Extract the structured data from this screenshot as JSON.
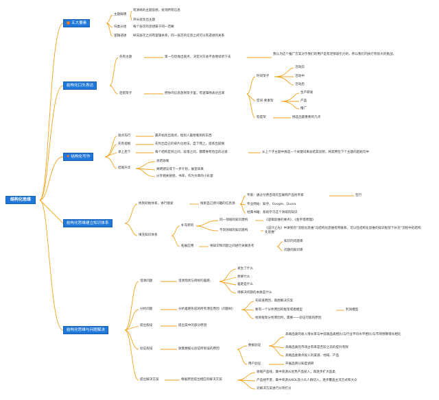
{
  "mindmap": {
    "root": "结构化思维",
    "b1": {
      "title": "五大要素",
      "icon": "orange-circle-icon",
      "items": [
        "主题鲜明",
        "有清晰的主题思想，统领所有信息",
        "开头就亮出主题",
        "归类分组",
        "每个层次的思想属于同一范畴",
        "逻辑递进",
        "纵向层次之间有逻辑关系，同一层次的信息之间可以有递进的关系"
      ]
    },
    "b2": {
      "title": "结构化口头表达",
      "items": [
        "先有主题",
        "第一句话抛出观点，决定对方会不会继续听下去",
        "我认为这个推广方案对于我们的用户是有足够吸引力的，所以我们的执行有很大的挑战。",
        "后搭架子",
        "把你的信息放到架子里，有逻辑地表达出来",
        "时间架子",
        "活动前",
        "活动中",
        "活动后",
        "空间-要素架",
        "生产研发",
        "产品",
        "推广",
        "程度架",
        "挑选出最重要的几点"
      ]
    },
    "b3": {
      "title": "结构化写作",
      "icon": "heart-icon",
      "items": [
        "观点先行",
        "最开始亮出观点，给别人最想看到的东西",
        "先有提纲",
        "先列出自己的碎片化想法，自下而上，提炼出提纲",
        "承上启下",
        "每个结构是到之间，段落之间，都需要有恰当的过渡",
        "从上个子主题中挑选一个关键词来总结其思想，将其用在下个主题的起始句中",
        "总结收尾",
        "结尾升华",
        "阐明建议或下一步计划，展望未来",
        "分享相关链接、书单，作为文章的小彩蛋"
      ]
    },
    "b4": {
      "title": "结构化思维建立知识体系",
      "items": [
        "找到初始体系，进行搜索",
        "搜索自己感兴趣的信息源",
        "专家：通过付费咨询的互联网产品找专家",
        "在行",
        "专业网站：知乎、Google、Quora",
        "经典书籍：系统学习这个领域的知识",
        "填充知识体系",
        "补充新的",
        "同一领域的知识建构",
        "《逻辑思维的要点》、《金字塔原理》",
        "不同领域的知识建构",
        "《设计之光》中讲到的“流程化思维”与结构化思维有所联系，可以在结构化思维的知识框架下补充“流程中的结构化思维”",
        "拓展应用",
        "将知识和问题之间进行关联思考",
        "知识的问题库",
        "问题的知识库"
      ]
    },
    "b5": {
      "title": "结构化思维与问题解决",
      "items": [
        "澄清问题",
        "澄清现状与目标的差距",
        "发生了什么",
        "想要什么",
        "差距是什么",
        "待解决问题的本质是什么",
        "分析问题",
        "分析差距形成的所有潜在原因（问题树）",
        "先知道原因，再想解决方案",
        "要有一个分析原因的框架或者模型",
        "利润模型",
        "找到框架分析原因时，需要一一验证可能的原因",
        "提出假设",
        "提出其中的部分原因",
        "验证假设",
        "收集数据以验证所假设的原因",
        "数据验证",
        "高端品类的收入增长率与中低端品类相比/与行业平均水平相比/与市场预算增长相比",
        "高端品类的市场占有率是否较之前的提升有限",
        "高端品类要点投入的渠道、地域、产品",
        "用户验证",
        "开展品牌认知度调研",
        "提出解决方案",
        "根据原因提出相应的解决方案",
        "收缩产品线，集中资源从优势产品投入，再逐步扩大品类",
        "产品线不变，集中资源从KOL及小众人群切入，逐步覆盖主流方式和大众",
        "对解决方案进行分项打分"
      ]
    },
    "colors": {
      "main": "#1f77d9",
      "line": "#f2a21b",
      "text": "#333333",
      "icon": "#f07a2a"
    }
  }
}
